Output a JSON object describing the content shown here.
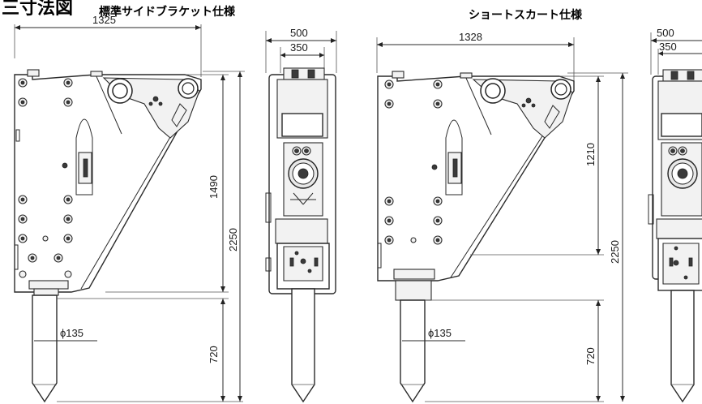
{
  "header": {
    "partial_title": "三寸法図",
    "left_title": "標準サイドブラケット仕様",
    "right_title": "ショートスカート仕様"
  },
  "left": {
    "width_dim": "1325",
    "side_outer_dim": "500",
    "side_inner_dim": "350",
    "bracket_height_dim": "1490",
    "total_height_dim": "2250",
    "tool_length_dim": "720",
    "tool_dia_dim": "ϕ135"
  },
  "right": {
    "width_dim": "1328",
    "side_outer_dim": "500",
    "side_inner_dim": "350",
    "bracket_height_dim": "1210",
    "total_height_dim": "2250",
    "tool_length_dim": "720",
    "tool_dia_dim": "ϕ135"
  }
}
